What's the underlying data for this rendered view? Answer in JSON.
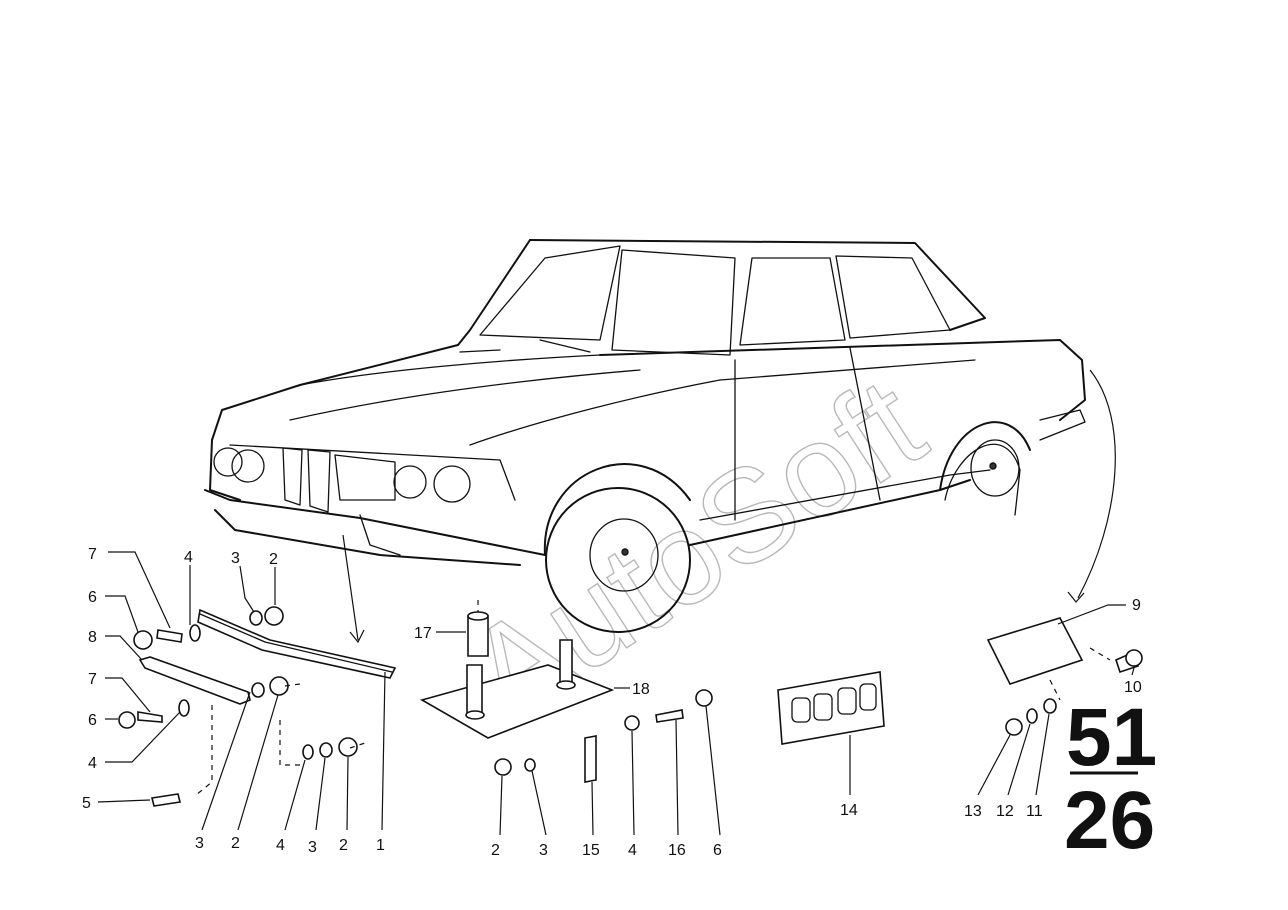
{
  "watermark": "AutoSoft",
  "group": {
    "top": "51",
    "bottom": "26"
  },
  "callouts": [
    "7",
    "4",
    "3",
    "2",
    "6",
    "8",
    "7",
    "6",
    "4",
    "5",
    "3",
    "2",
    "4",
    "3",
    "2",
    "1",
    "17",
    "18",
    "2",
    "3",
    "15",
    "4",
    "16",
    "6",
    "14",
    "9",
    "10",
    "13",
    "12",
    "11"
  ]
}
